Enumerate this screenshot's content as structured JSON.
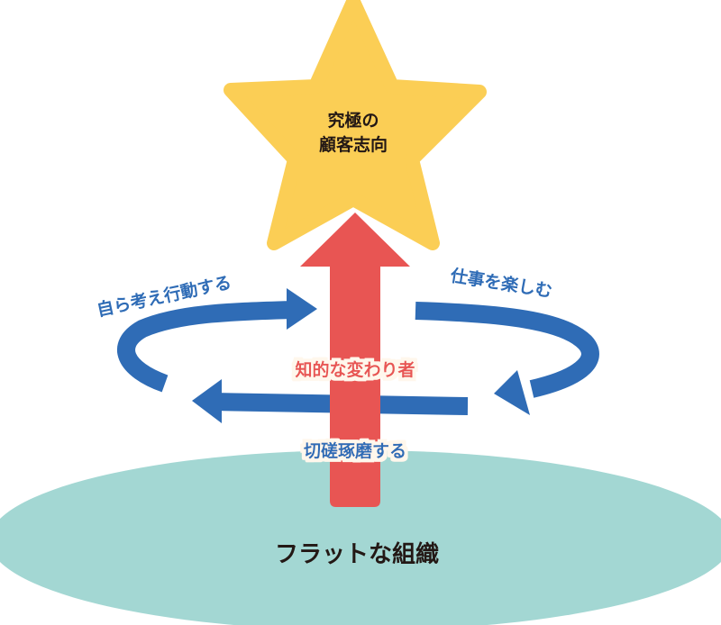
{
  "diagram": {
    "star_label_line1": "究極の",
    "star_label_line2": "顧客志向",
    "left_cycle_label": "自ら考え行動する",
    "right_cycle_label": "仕事を楽しむ",
    "arrow_label_middle": "知的な変わり者",
    "arrow_label_bottom": "切磋琢磨する",
    "base_label": "フラットな組織"
  },
  "colors": {
    "star": "#FBCE55",
    "arrow_red": "#E85553",
    "cycle_blue": "#2F6CB6",
    "base_teal": "#A3D7D3",
    "text_dark": "#231815",
    "label_halo": "#FFF7EC"
  }
}
